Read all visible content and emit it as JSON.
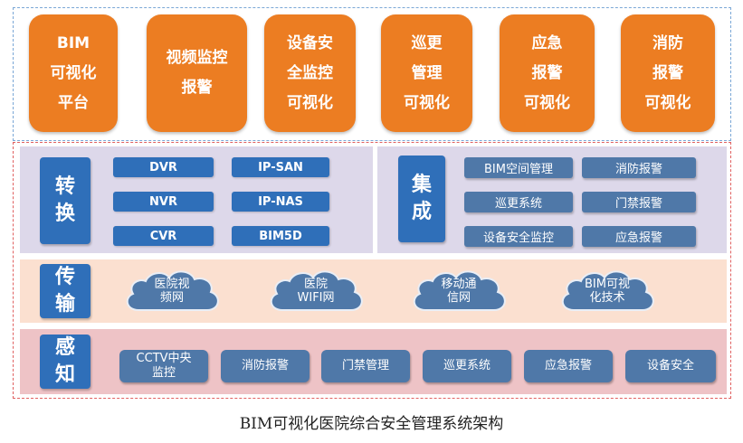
{
  "top_layer": [
    "BIM\n可视化\n平台",
    "视频监控\n报警",
    "设备安\n全监控\n可视化",
    "巡更\n管理\n可视化",
    "应急\n报警\n可视化",
    "消防\n报警\n可视化"
  ],
  "conversion": {
    "label": "转\n换",
    "items": [
      "DVR",
      "IP-SAN",
      "NVR",
      "IP-NAS",
      "CVR",
      "BIM5D"
    ]
  },
  "integration": {
    "label": "集\n成",
    "items": [
      "BIM空间管理",
      "消防报警",
      "巡更系统",
      "门禁报警",
      "设备安全监控",
      "应急报警"
    ]
  },
  "transmission": {
    "label": "传\n输",
    "clouds": [
      "医院视\n频网",
      "医院\nWIFI网",
      "移动通\n信网",
      "BIM可视\n化技术"
    ]
  },
  "perception": {
    "label": "感\n知",
    "items": [
      "CCTV中央\n监控",
      "消防报警",
      "门禁管理",
      "巡更系统",
      "应急报警",
      "设备安全"
    ]
  },
  "caption": "BIM可视化医院综合安全管理系统架构",
  "colors": {
    "orange": "#ec7d22",
    "blue": "#2f6fb9",
    "muted_blue": "#4f78a8",
    "purple_band": "#ddd8ea",
    "peach_band": "#fbe0d0",
    "pink_band": "#eec3c6"
  }
}
